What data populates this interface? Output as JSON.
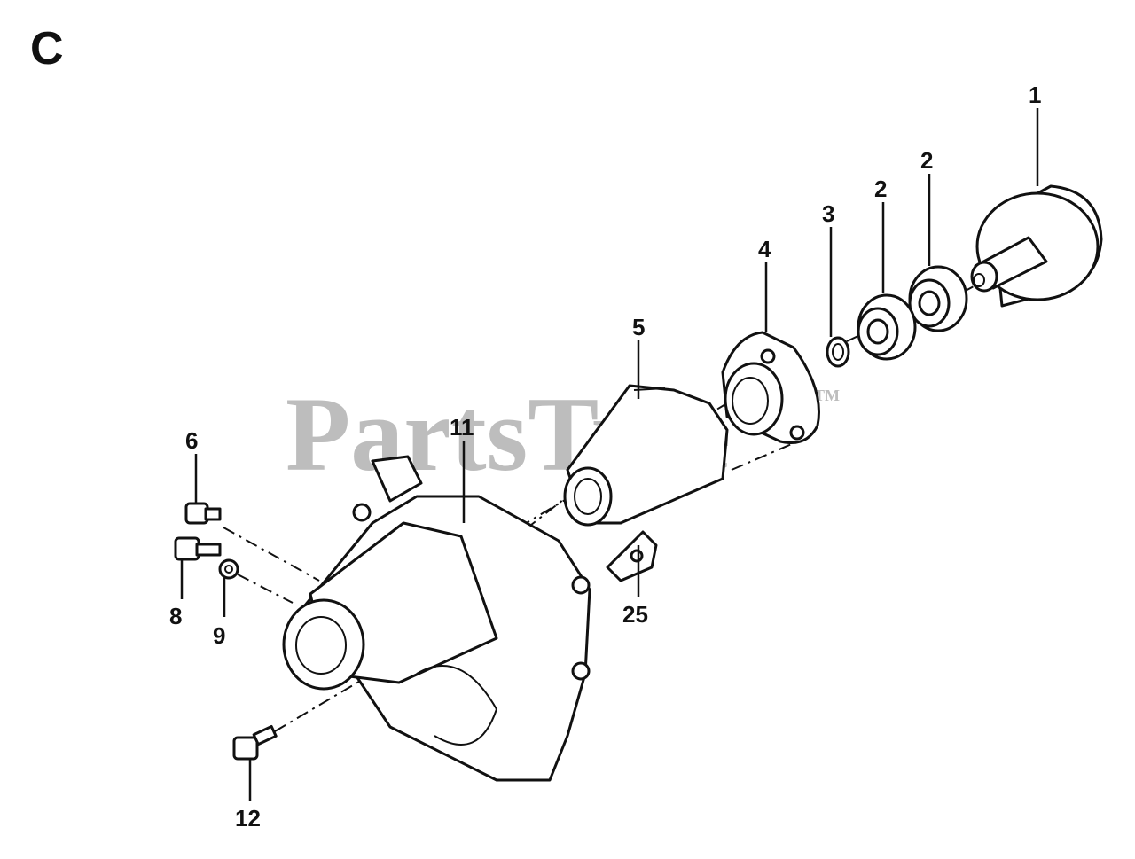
{
  "section_letter": "C",
  "watermark": {
    "text": "PartsTree",
    "tm": "TM"
  },
  "callouts": [
    {
      "id": "1",
      "text": "1"
    },
    {
      "id": "2a",
      "text": "2"
    },
    {
      "id": "2b",
      "text": "2"
    },
    {
      "id": "3",
      "text": "3"
    },
    {
      "id": "4",
      "text": "4"
    },
    {
      "id": "5",
      "text": "5"
    },
    {
      "id": "6",
      "text": "6"
    },
    {
      "id": "8",
      "text": "8"
    },
    {
      "id": "9",
      "text": "9"
    },
    {
      "id": "11",
      "text": "11"
    },
    {
      "id": "12",
      "text": "12"
    },
    {
      "id": "25",
      "text": "25"
    }
  ]
}
